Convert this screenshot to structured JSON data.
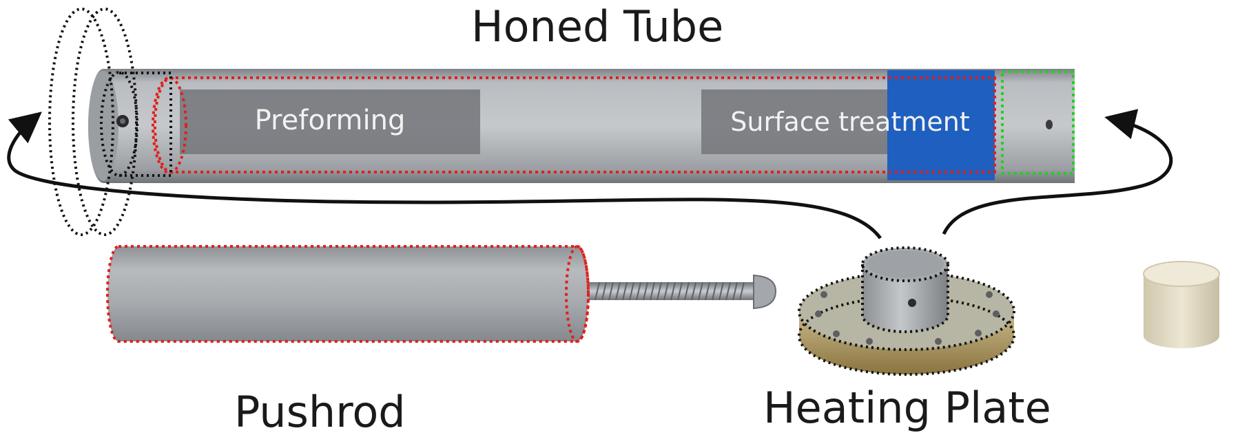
{
  "labels": {
    "honed_tube": "Honed Tube",
    "pushrod": "Pushrod",
    "heating_plate": "Heating Plate",
    "preforming": "Preforming",
    "surface_treatment": "Surface treatment"
  },
  "colors": {
    "tube_metal": "#a9adb1",
    "zone_overlay": "#7c7f83",
    "treatment_blue": "#1f5fbf",
    "outline_red": "#e0201c",
    "outline_green": "#1fd11f",
    "outline_black": "#111111",
    "insulator": "#e4dcc4"
  }
}
